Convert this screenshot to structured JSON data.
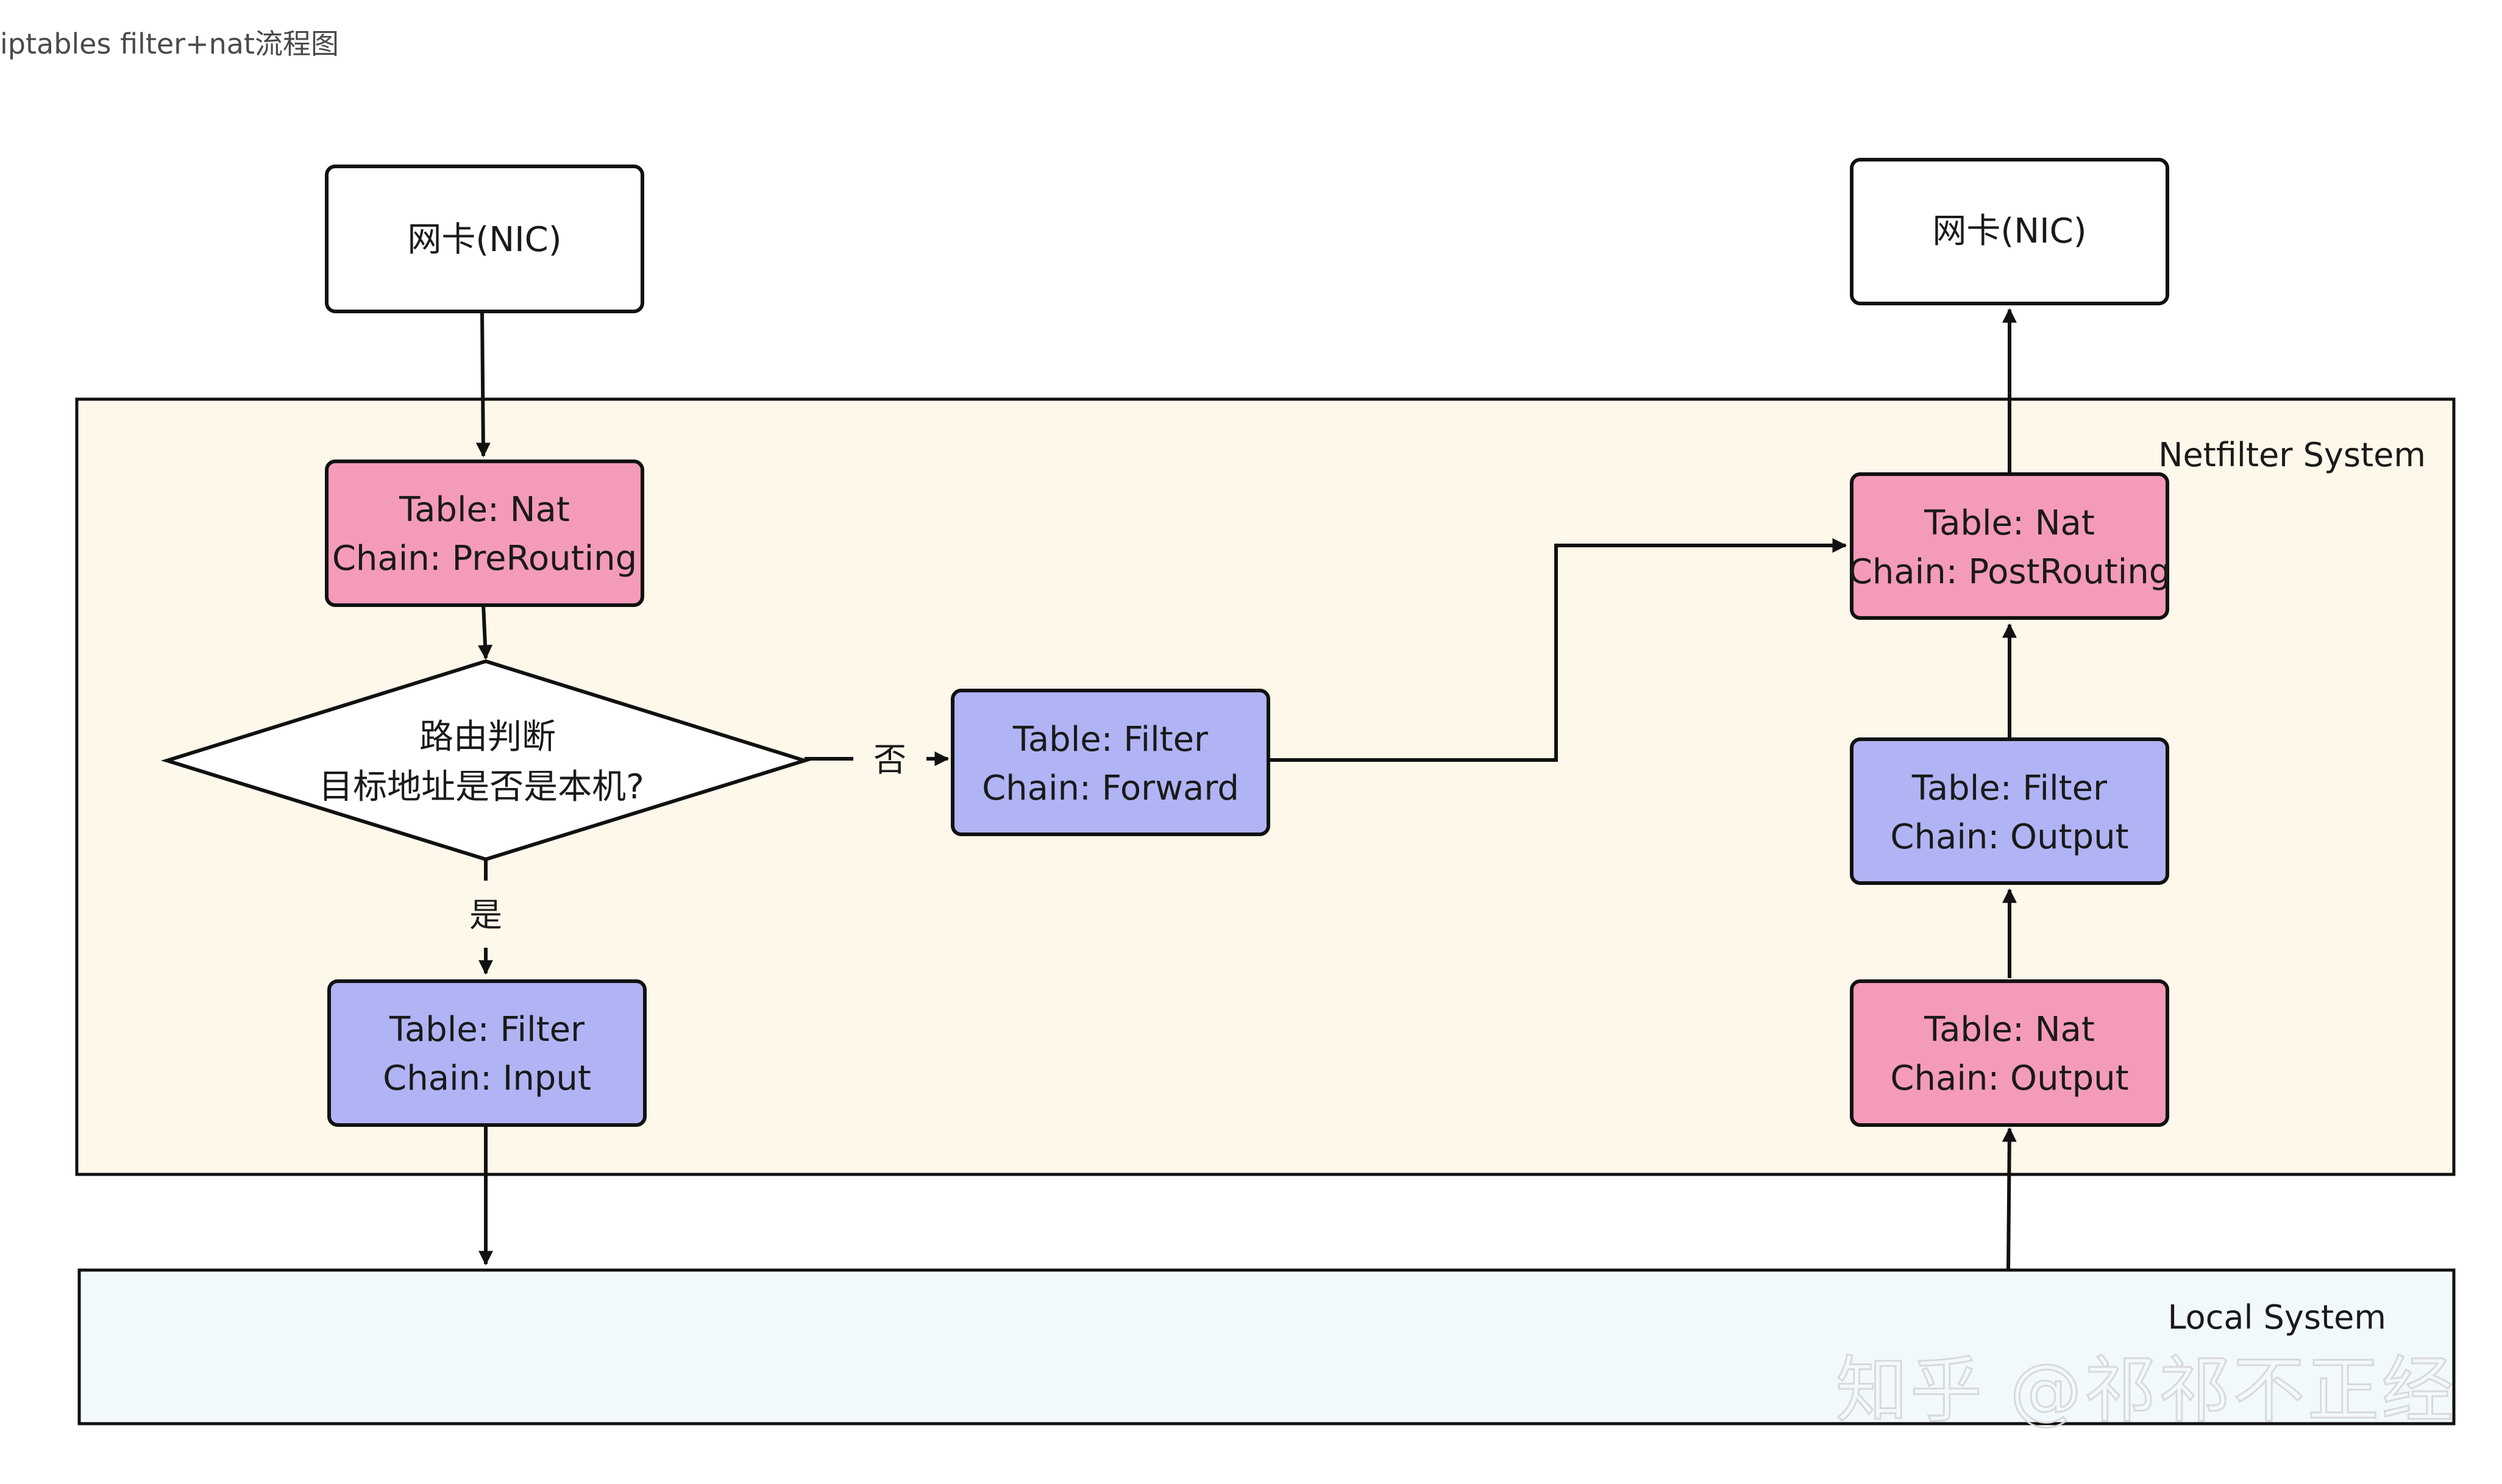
{
  "page_title": "iptables filter+nat流程图",
  "containers": {
    "netfilter": {
      "label": "Netfilter System",
      "fill": "#fdf8ea"
    },
    "local": {
      "label": "Local System",
      "fill": "#f2f9fd"
    }
  },
  "nodes": {
    "nic_in": {
      "lines": [
        "网卡(NIC)"
      ]
    },
    "nic_out": {
      "lines": [
        "网卡(NIC)"
      ]
    },
    "nat_prerouting": {
      "lines": [
        "Table: Nat",
        "Chain: PreRouting"
      ]
    },
    "routing_decision": {
      "lines": [
        "路由判断",
        "目标地址是否是本机?"
      ]
    },
    "filter_forward": {
      "lines": [
        "Table: Filter",
        "Chain: Forward"
      ]
    },
    "filter_input": {
      "lines": [
        "Table: Filter",
        "Chain: Input"
      ]
    },
    "nat_postrouting": {
      "lines": [
        "Table: Nat",
        "Chain: PostRouting"
      ]
    },
    "filter_output": {
      "lines": [
        "Table: Filter",
        "Chain: Output"
      ]
    },
    "nat_output": {
      "lines": [
        "Table: Nat",
        "Chain: Output"
      ]
    }
  },
  "edge_labels": {
    "no": "否",
    "yes": "是"
  },
  "colors": {
    "nat_fill": "#f59bba",
    "filter_fill": "#b0b4f4",
    "plain_fill": "#ffffff",
    "stroke": "#111111"
  },
  "watermark": "知乎 @祁祁不正经"
}
